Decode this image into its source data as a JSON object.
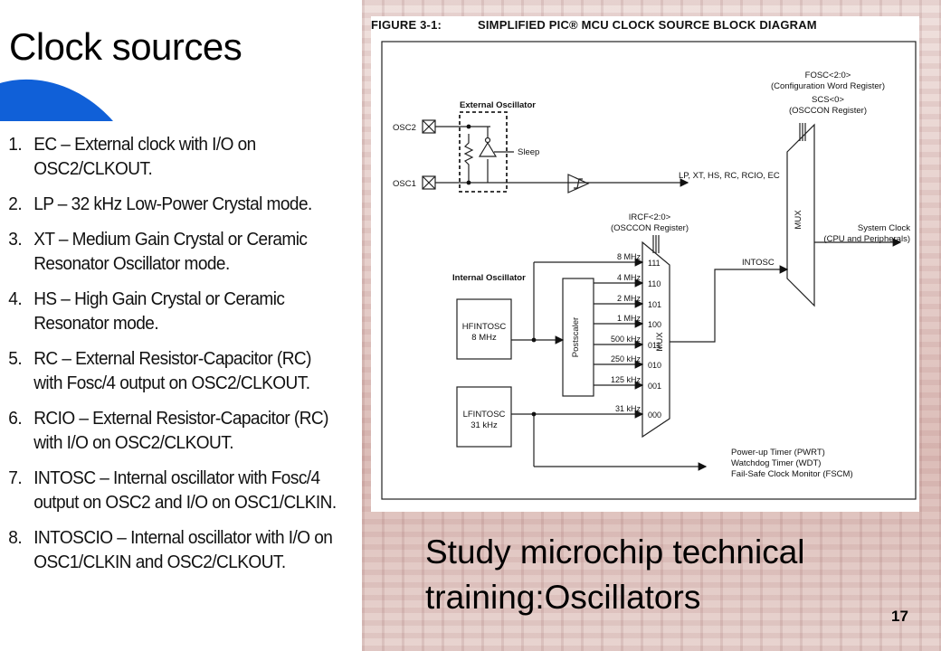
{
  "slide": {
    "title": "Clock sources",
    "page_number": "17",
    "study_note_line1": "Study microchip technical",
    "study_note_line2": "training:Oscillators"
  },
  "list": [
    {
      "num": "1.",
      "text": "EC – External clock with I/O on OSC2/CLKOUT."
    },
    {
      "num": "2.",
      "text": "LP – 32 kHz Low-Power Crystal mode."
    },
    {
      "num": "3.",
      "text": "XT – Medium Gain Crystal or Ceramic Resonator Oscillator mode."
    },
    {
      "num": "4.",
      "text": "HS – High Gain Crystal or Ceramic Resonator mode."
    },
    {
      "num": "5.",
      "text": "RC – External Resistor-Capacitor (RC) with Fosc/4 output on OSC2/CLKOUT."
    },
    {
      "num": "6.",
      "text": "RCIO – External Resistor-Capacitor (RC) with I/O on OSC2/CLKOUT."
    },
    {
      "num": "7.",
      "text": "INTOSC – Internal oscillator with Fosc/4 output on OSC2 and I/O on OSC1/CLKIN."
    },
    {
      "num": "8.",
      "text": "INTOSCIO – Internal oscillator with I/O on OSC1/CLKIN and OSC2/CLKOUT."
    }
  ],
  "figure": {
    "number": "FIGURE 3-1:",
    "title": "SIMPLIFIED PIC® MCU CLOCK SOURCE BLOCK DIAGRAM",
    "fosc_label": "FOSC<2:0>",
    "fosc_sub": "(Configuration Word Register)",
    "scs_label": "SCS<0>",
    "scs_sub": "(OSCCON Register)",
    "ext_osc_label": "External Oscillator",
    "osc2": "OSC2",
    "osc1": "OSC1",
    "sleep": "Sleep",
    "ext_modes": "LP, XT, HS, RC, RCIO, EC",
    "irc_label": "IRCF<2:0>",
    "irc_sub": "(OSCCON Register)",
    "int_osc_label": "Internal Oscillator",
    "hfintosc_name": "HFINTOSC",
    "hfintosc_freq": "8 MHz",
    "lfintosc_name": "LFINTOSC",
    "lfintosc_freq": "31 kHz",
    "postscaler": "Postscaler",
    "mux": "MUX",
    "intosc": "INTOSC",
    "sysclk": "System Clock",
    "sysclk_sub": "(CPU and Peripherals)",
    "freqs": [
      "8 MHz",
      "4 MHz",
      "2 MHz",
      "1 MHz",
      "500 kHz",
      "250 kHz",
      "125 kHz",
      "31 kHz"
    ],
    "codes": [
      "111",
      "110",
      "101",
      "100",
      "011",
      "010",
      "001",
      "000"
    ],
    "outputs": [
      "Power-up Timer (PWRT)",
      "Watchdog Timer (WDT)",
      "Fail-Safe Clock Monitor (FSCM)"
    ]
  }
}
